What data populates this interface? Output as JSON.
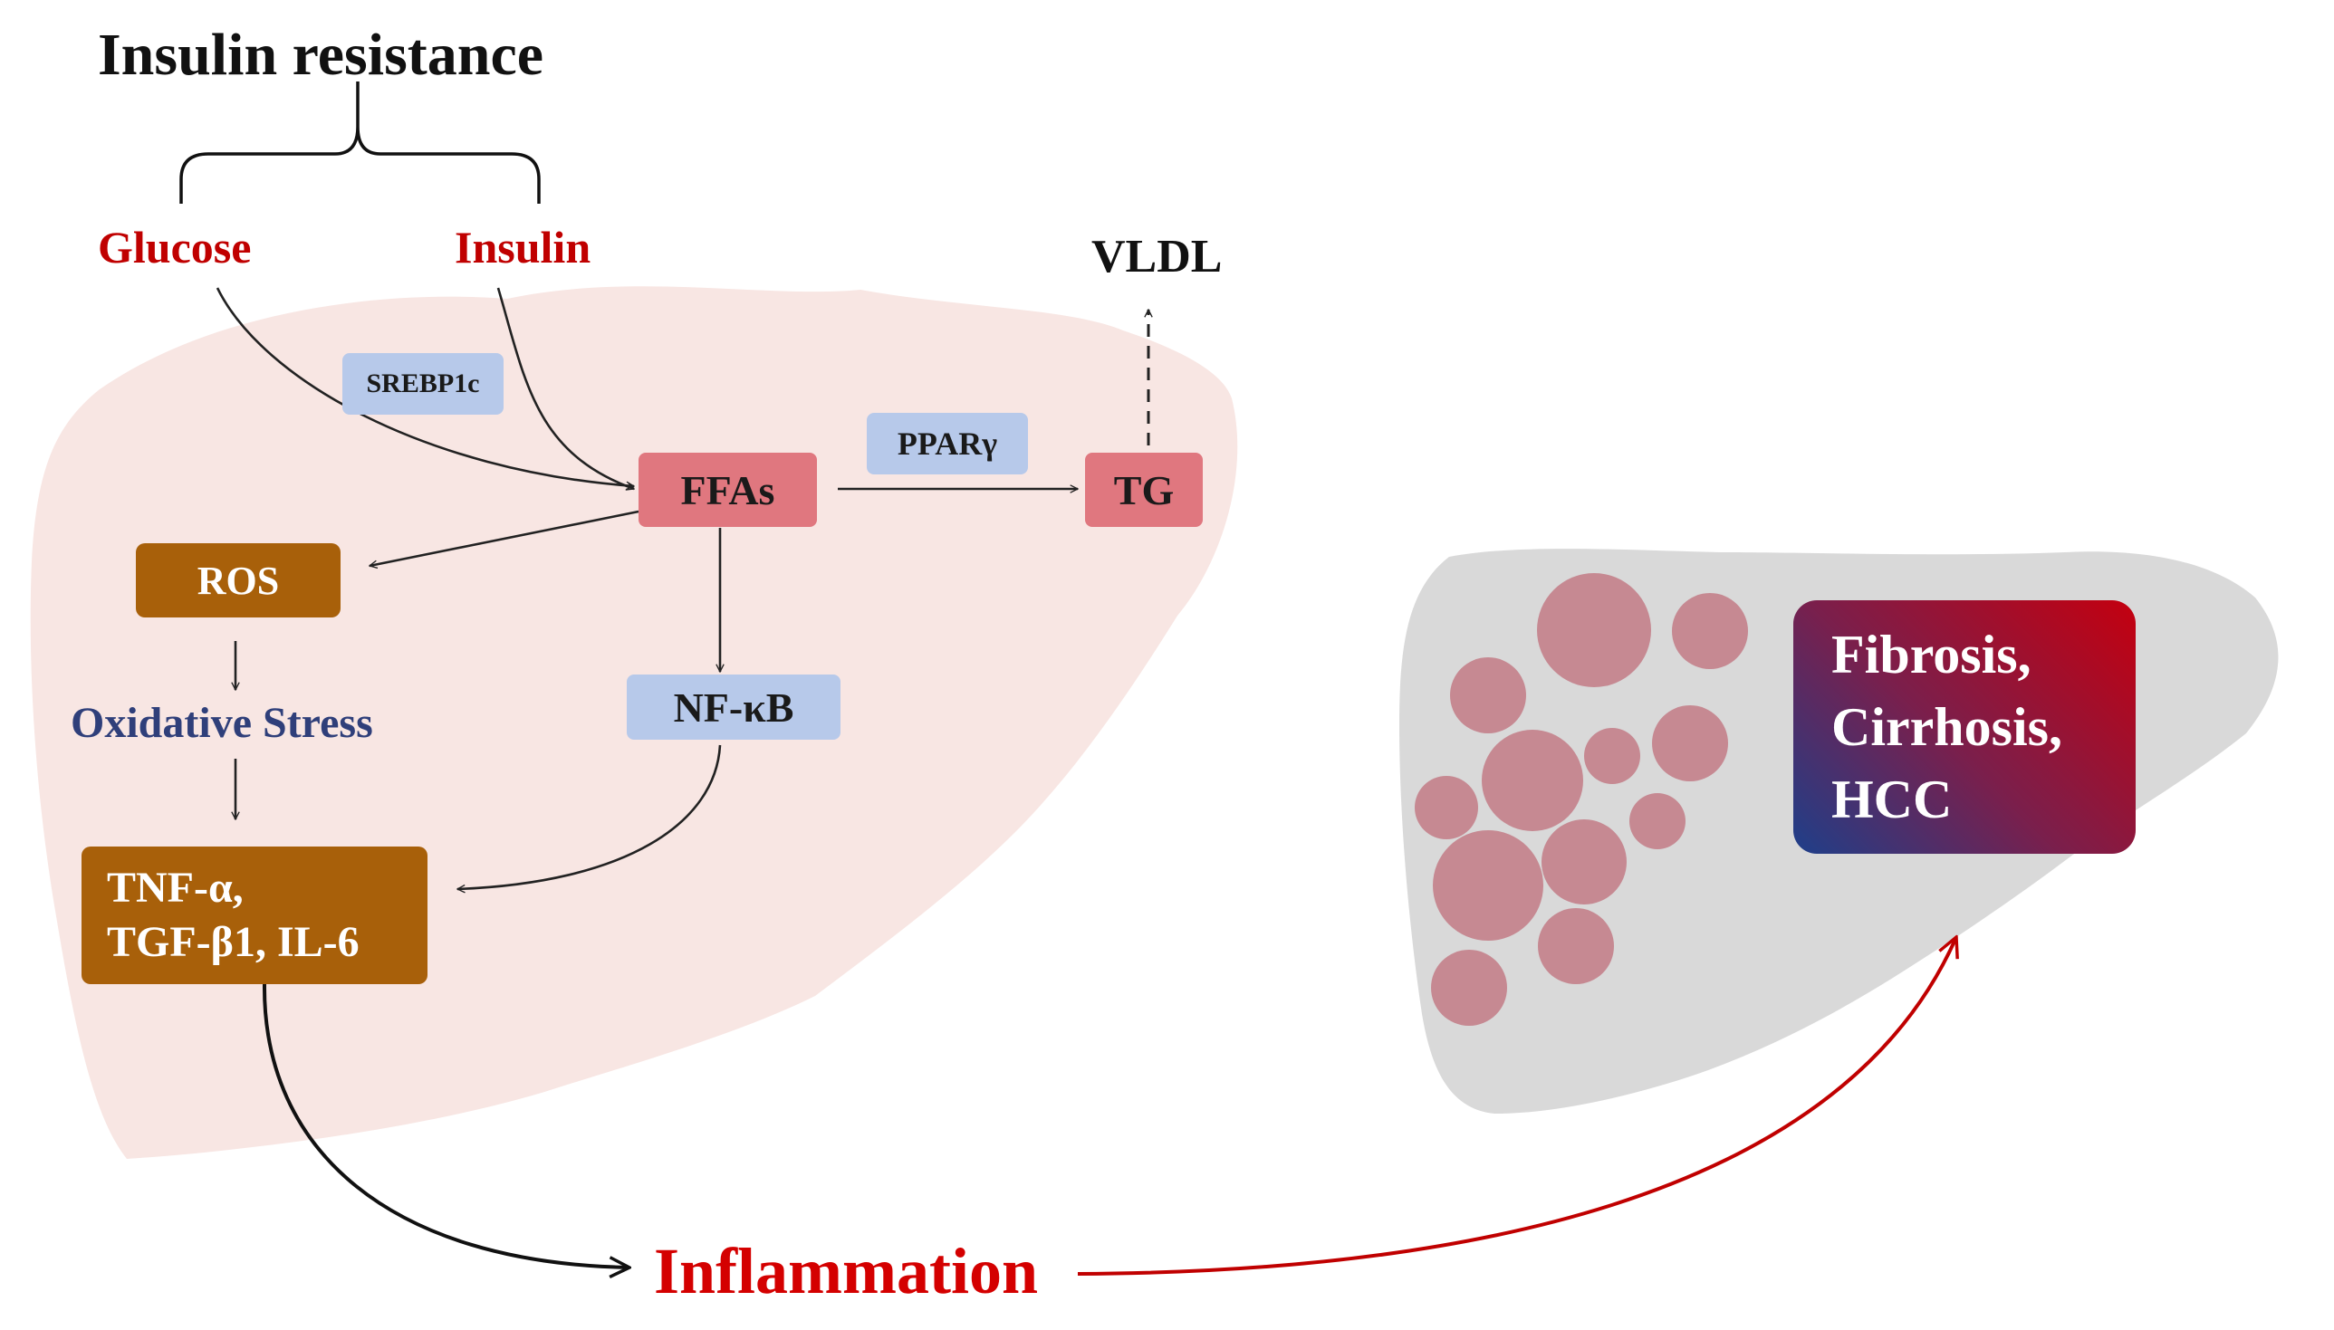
{
  "title": "Insulin resistance",
  "inputs": {
    "glucose": "Glucose",
    "insulin": "Insulin"
  },
  "regulators": {
    "srebp1c": "SREBP1c",
    "ppar": "PPARγ",
    "nfkb": "NF-κB"
  },
  "metabolites": {
    "ffas": "FFAs",
    "tg": "TG",
    "vldl": "VLDL"
  },
  "stress": {
    "ros": "ROS",
    "oxidative_stress": "Oxidative Stress",
    "cytokines_line1": "TNF-α,",
    "cytokines_line2": "TGF-β1, IL-6"
  },
  "outcome": {
    "inflammation": "Inflammation",
    "disease_line1": "Fibrosis,",
    "disease_line2": "Cirrhosis,",
    "disease_line3": "HCC"
  },
  "colors": {
    "red_text": "#c00000",
    "navy_text": "#2f3f7a",
    "liver_healthy": "#f8e6e3",
    "liver_diseased": "#d9d9d9",
    "fat_droplet": "#c27a85",
    "ffa_box": "#e0777f",
    "regulator_box": "#b7c9ea",
    "cytokine_box": "#a8600a",
    "disease_gradient_start": "#1e3f8a",
    "disease_gradient_end": "#c4000f"
  }
}
